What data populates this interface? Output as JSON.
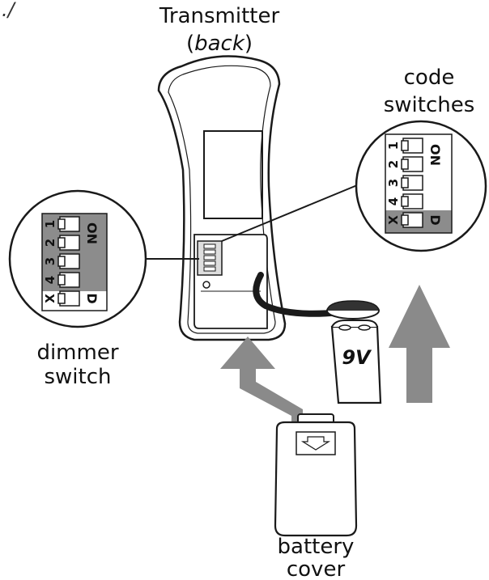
{
  "corner_mark": "./",
  "transmitter": {
    "title": "Transmitter",
    "subtitle_open": "(",
    "subtitle_em": "back",
    "subtitle_close": ")"
  },
  "code_switches_label": [
    "code",
    "switches"
  ],
  "dimmer_switch_label": [
    "dimmer",
    "switch"
  ],
  "battery_cover_label": [
    "battery",
    "cover"
  ],
  "battery_voltage": "9V",
  "dip_switch": {
    "positions": [
      "1",
      "2",
      "3",
      "4",
      "X"
    ],
    "on_label": "ON",
    "d_label": "D"
  },
  "colors": {
    "arrow": "#8a8a8a",
    "dip_shade": "#8c8c8c",
    "line": "#1a1a1a"
  }
}
